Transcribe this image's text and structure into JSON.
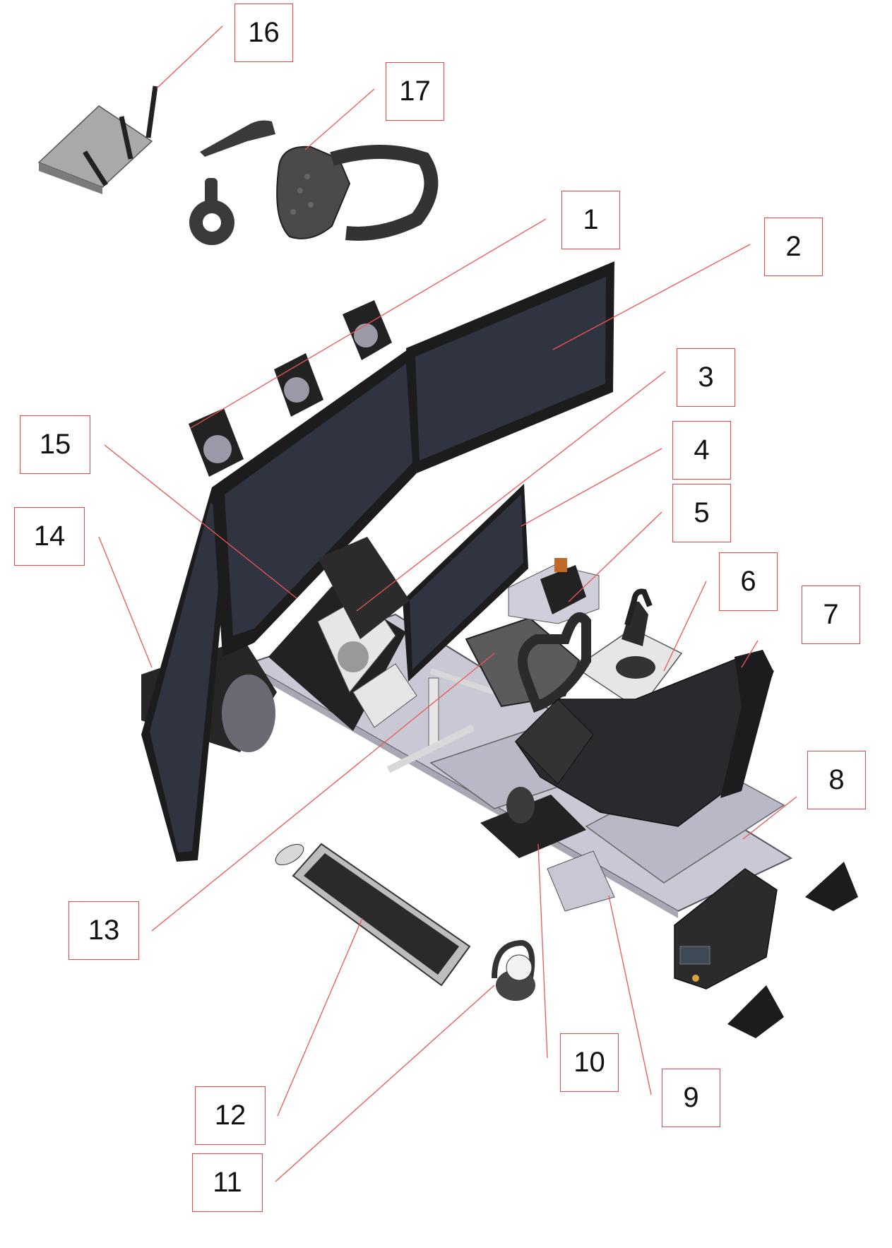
{
  "diagram": {
    "colors": {
      "leader_line": "#ee5555",
      "callout_border": "#ee4444",
      "floor": "#c9c9d6",
      "floor_side": "#a8a8b5",
      "equipment": "#2a2a2e",
      "screen": "#2f3440",
      "light_part": "#e6e6e6"
    },
    "callouts": [
      {
        "id": "1",
        "label": "1"
      },
      {
        "id": "2",
        "label": "2"
      },
      {
        "id": "3",
        "label": "3"
      },
      {
        "id": "4",
        "label": "4"
      },
      {
        "id": "5",
        "label": "5"
      },
      {
        "id": "6",
        "label": "6"
      },
      {
        "id": "7",
        "label": "7"
      },
      {
        "id": "8",
        "label": "8"
      },
      {
        "id": "9",
        "label": "9"
      },
      {
        "id": "10",
        "label": "10"
      },
      {
        "id": "11",
        "label": "11"
      },
      {
        "id": "12",
        "label": "12"
      },
      {
        "id": "13",
        "label": "13"
      },
      {
        "id": "14",
        "label": "14"
      },
      {
        "id": "15",
        "label": "15"
      },
      {
        "id": "16",
        "label": "16"
      },
      {
        "id": "17",
        "label": "17"
      }
    ],
    "components": [
      "router-icon",
      "vr-controller-icon",
      "vr-tracker-icon",
      "vr-headset-icon",
      "speaker-icon",
      "monitor-icon",
      "throttle-quadrant-icon",
      "joystick-icon",
      "seat-icon",
      "ups-icon",
      "subwoofer-icon",
      "keyboard-icon",
      "mouse-icon",
      "headphones-icon",
      "yoke-icon",
      "pedals-icon"
    ]
  }
}
